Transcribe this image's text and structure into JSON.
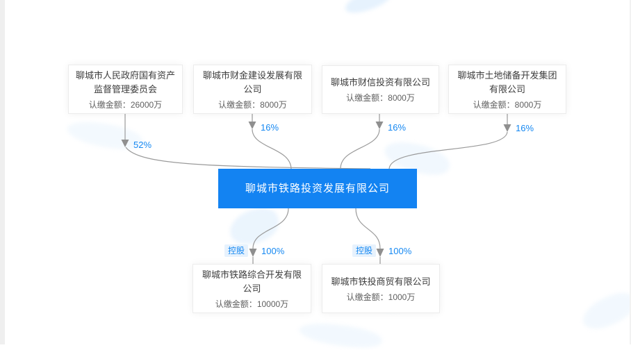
{
  "colors": {
    "accent_blue": "#1383f2",
    "percent_blue": "#1588f2",
    "badge_bg": "#e7f2fd",
    "line_gray": "#9a9a9a",
    "node_border": "#ececec"
  },
  "center_company": {
    "name": "聊城市铁路投资发展有限公司"
  },
  "shareholders": [
    {
      "name": "聊城市人民政府国有资产监督管理委员会",
      "amount_label": "认缴金额：",
      "amount": "26000万",
      "percent": "52%"
    },
    {
      "name": "聊城市财金建设发展有限公司",
      "amount_label": "认缴金额：",
      "amount": "8000万",
      "percent": "16%"
    },
    {
      "name": "聊城市财信投资有限公司",
      "amount_label": "认缴金额：",
      "amount": "8000万",
      "percent": "16%"
    },
    {
      "name": "聊城市土地储备开发集团有限公司",
      "amount_label": "认缴金额：",
      "amount": "8000万",
      "percent": "16%"
    }
  ],
  "subsidiaries": [
    {
      "name": "聊城市铁路综合开发有限公司",
      "amount_label": "认缴金额：",
      "amount": "10000万",
      "percent": "100%",
      "badge": "控股"
    },
    {
      "name": "聊城市铁投商贸有限公司",
      "amount_label": "认缴金额：",
      "amount": "1000万",
      "percent": "100%",
      "badge": "控股"
    }
  ]
}
